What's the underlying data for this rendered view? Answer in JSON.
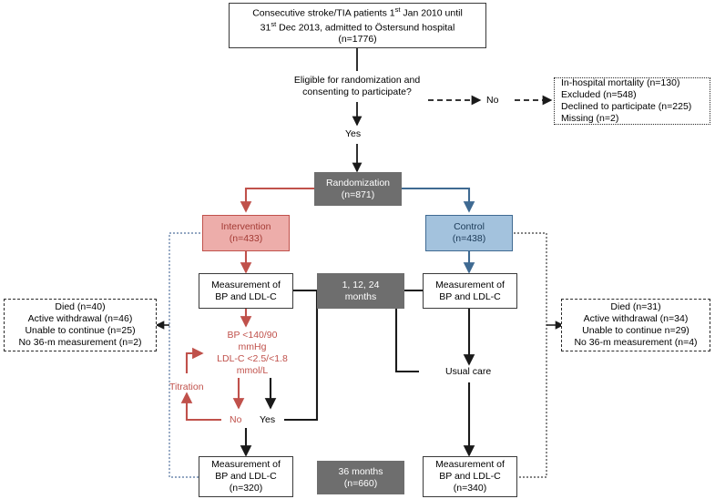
{
  "figure": {
    "type": "flow-diagram",
    "title": "CONSORT-style participant flow diagram"
  },
  "nodes": {
    "source": {
      "line1_a": "Consecutive stroke/TIA patients 1",
      "line1_sup": "st",
      "line1_b": " Jan 2010 until",
      "line2_a": "31",
      "line2_sup": "st",
      "line2_b": " Dec 2013, admitted to Östersund hospital",
      "line3": "(n=1776)"
    },
    "eligibility": {
      "line1": "Eligible for randomization and",
      "line2": "consenting to participate?"
    },
    "yes_label": "Yes",
    "no_label": "No",
    "exclusions": {
      "items": [
        "In-hospital mortality (n=130)",
        "Excluded (n=548)",
        "Declined to participate (n=225)",
        "Missing (n=2)"
      ]
    },
    "randomization": {
      "label": "Randomization",
      "count": "(n=871)"
    },
    "intervention": {
      "label": "Intervention",
      "count": "(n=433)"
    },
    "control": {
      "label": "Control",
      "count": "(n=438)"
    },
    "intervention_measure_1": {
      "line1": "Measurement of",
      "line2": "BP and LDL-C"
    },
    "control_measure_1": {
      "line1": "Measurement of",
      "line2": "BP and LDL-C"
    },
    "timeline_mid": {
      "line1": "1, 12, 24",
      "line2": "months"
    },
    "timeline_bottom": {
      "line1": "36 months",
      "line2": "(n=660)"
    },
    "targets": {
      "line1": "BP <140/90",
      "line2": "mmHg",
      "line3": "LDL-C <2.5/<1.8",
      "line4": "mmol/L"
    },
    "titration_label": "Titration",
    "decision_no": "No",
    "decision_yes": "Yes",
    "usual_care": "Usual care",
    "intervention_dropout": {
      "items": [
        "Died (n=40)",
        "Active withdrawal (n=46)",
        "Unable to continue (n=25)",
        "No 36-m measurement (n=2)"
      ]
    },
    "control_dropout": {
      "items": [
        "Died (n=31)",
        "Active withdrawal (n=34)",
        "Unable to continue n=29)",
        "No 36-m measurement (n=4)"
      ]
    },
    "intervention_measure_2": {
      "line1": "Measurement of",
      "line2": "BP and LDL-C",
      "line3": "(n=320)"
    },
    "control_measure_2": {
      "line1": "Measurement of",
      "line2": "BP and LDL-C",
      "line3": "(n=340)"
    }
  },
  "colors": {
    "intervention_fill": "#edadaa",
    "intervention_stroke": "#c0514b",
    "control_fill": "#a3c2dd",
    "control_stroke": "#3f6a92",
    "gray_fill": "#6e6e6e",
    "box_stroke": "#3a3a3a",
    "arrow": "#1a1a1a"
  }
}
